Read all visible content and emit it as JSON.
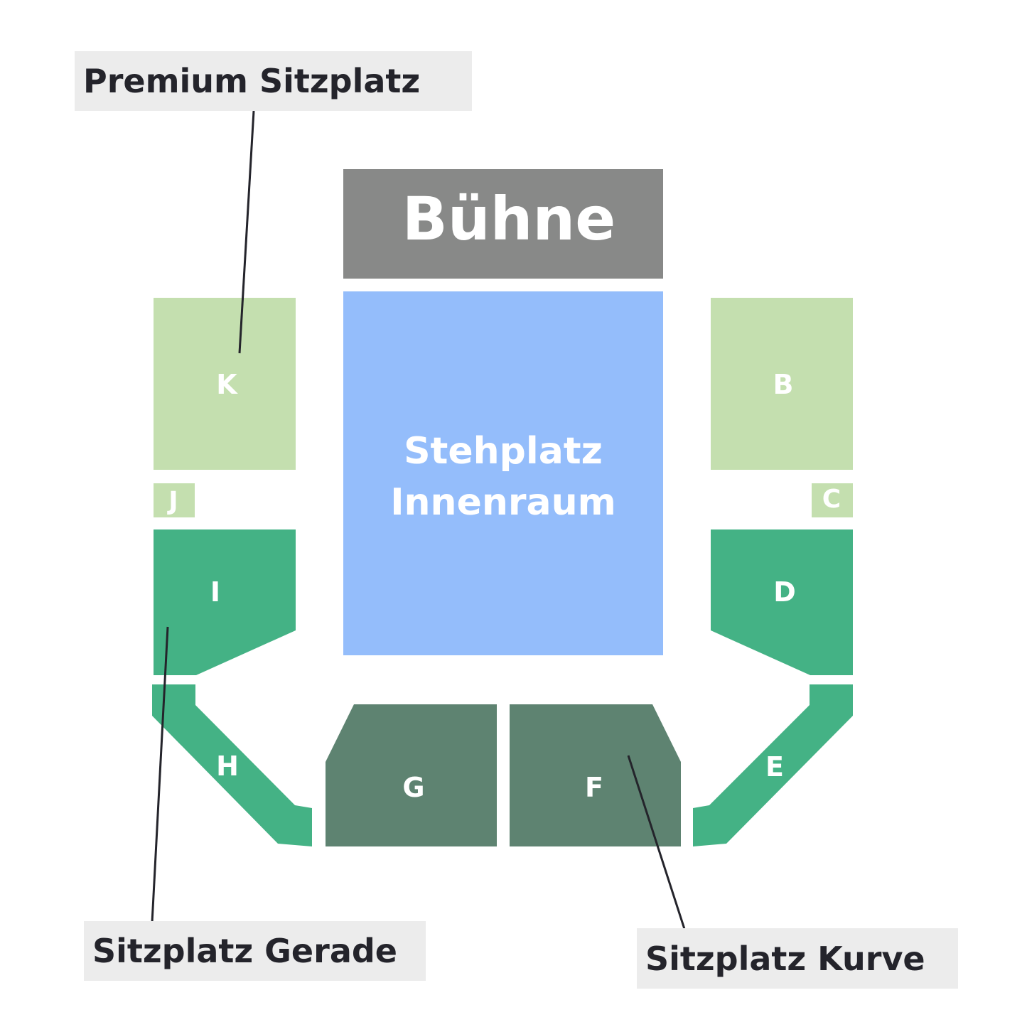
{
  "stage": {
    "label": "Bühne",
    "color": "#888988"
  },
  "floor": {
    "label_line1": "Stehplatz",
    "label_line2": "Innenraum",
    "color": "#94bdfb"
  },
  "colors": {
    "premium": "#c4dfaf",
    "straight": "#44b285",
    "curve": "#5e8371",
    "leader": "#24242b",
    "callout_bg": "#ececec",
    "callout_text": "#24242b"
  },
  "blocks": {
    "K": "K",
    "B": "B",
    "J": "J",
    "C": "C",
    "I": "I",
    "D": "D",
    "H": "H",
    "E": "E",
    "G": "G",
    "F": "F"
  },
  "legend": {
    "premium": "Premium Sitzplatz",
    "straight": "Sitzplatz Gerade",
    "curve": "Sitzplatz Kurve"
  }
}
